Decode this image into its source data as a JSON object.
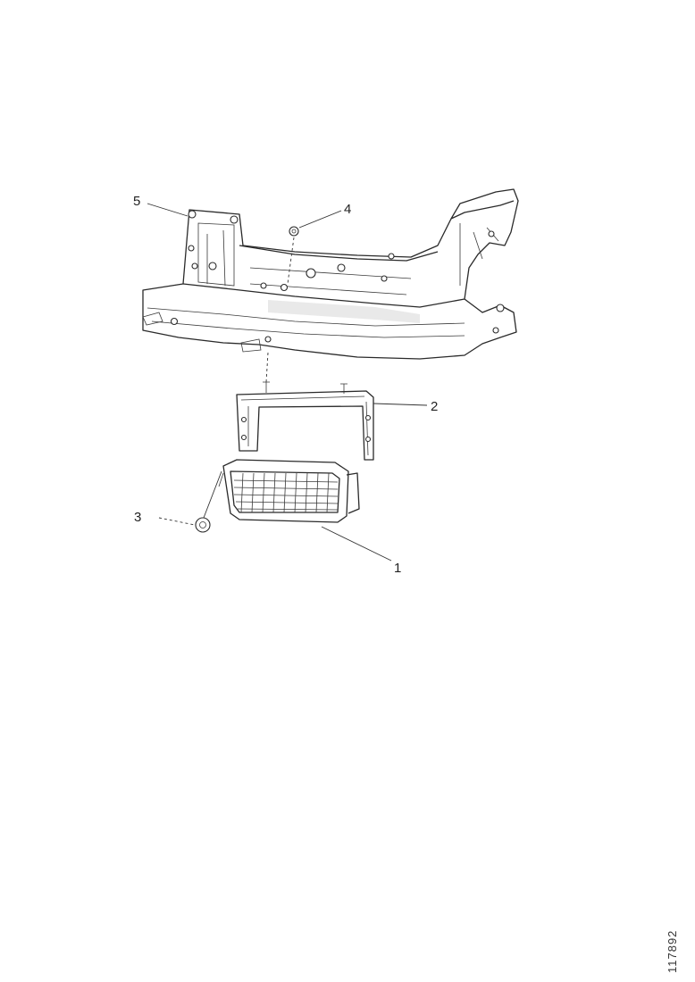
{
  "diagram": {
    "callouts": [
      {
        "id": "1",
        "text": "1"
      },
      {
        "id": "2",
        "text": "2"
      },
      {
        "id": "3",
        "text": "3"
      },
      {
        "id": "4",
        "text": "4"
      },
      {
        "id": "5",
        "text": "5"
      }
    ],
    "reference_code": "117892"
  }
}
